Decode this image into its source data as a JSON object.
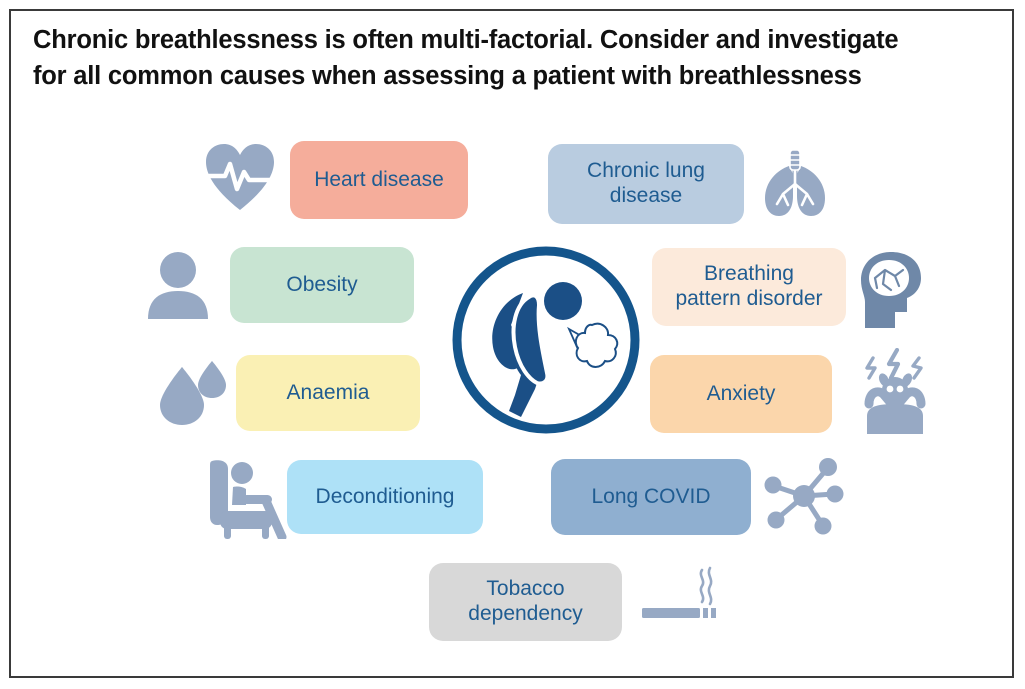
{
  "title": {
    "line1": "Chronic breathlessness is often multi-factorial.  Consider and investigate",
    "line2": "for all common causes when assessing a patient with breathlessness"
  },
  "center": {
    "icon": "breathless-person-icon",
    "circle_color": "#14558c",
    "figure_color": "#1b4f86"
  },
  "palette": {
    "label_text": "#1f5c91",
    "icon_gray_blue": "#97a9c4",
    "deep_blue": "#14558c",
    "frame": "#3a3a3a"
  },
  "cards": [
    {
      "id": "heart-disease",
      "label": "Heart disease",
      "lines": [
        "Heart disease"
      ],
      "color": "#f5ad9b",
      "icon": "heart-pulse-icon",
      "icon_side": "left"
    },
    {
      "id": "chronic-lung-disease",
      "label": "Chronic lung disease",
      "lines": [
        "Chronic lung",
        "disease"
      ],
      "color": "#b9cce0",
      "icon": "lungs-icon",
      "icon_side": "right"
    },
    {
      "id": "obesity",
      "label": "Obesity",
      "lines": [
        "Obesity"
      ],
      "color": "#c8e4d2",
      "icon": "person-icon",
      "icon_side": "left"
    },
    {
      "id": "breathing-pattern-disorder",
      "label": "Breathing pattern disorder",
      "lines": [
        "Breathing",
        "pattern disorder"
      ],
      "color": "#fceadb",
      "icon": "head-brain-icon",
      "icon_side": "right"
    },
    {
      "id": "anaemia",
      "label": "Anaemia",
      "lines": [
        "Anaemia"
      ],
      "color": "#faf0b4",
      "icon": "blood-drops-icon",
      "icon_side": "left"
    },
    {
      "id": "anxiety",
      "label": "Anxiety",
      "lines": [
        "Anxiety"
      ],
      "color": "#fbd6ab",
      "icon": "stressed-person-icon",
      "icon_side": "right"
    },
    {
      "id": "deconditioning",
      "label": "Deconditioning",
      "lines": [
        "Deconditioning"
      ],
      "color": "#aee1f7",
      "icon": "person-in-armchair-icon",
      "icon_side": "left"
    },
    {
      "id": "long-covid",
      "label": "Long COVID",
      "lines": [
        "Long COVID"
      ],
      "color": "#8fafd0",
      "icon": "virus-molecule-icon",
      "icon_side": "right"
    },
    {
      "id": "tobacco-dependency",
      "label": "Tobacco dependency",
      "lines": [
        "Tobacco",
        "dependency"
      ],
      "color": "#d8d8d8",
      "icon": "cigarette-smoke-icon",
      "icon_side": "right"
    }
  ]
}
